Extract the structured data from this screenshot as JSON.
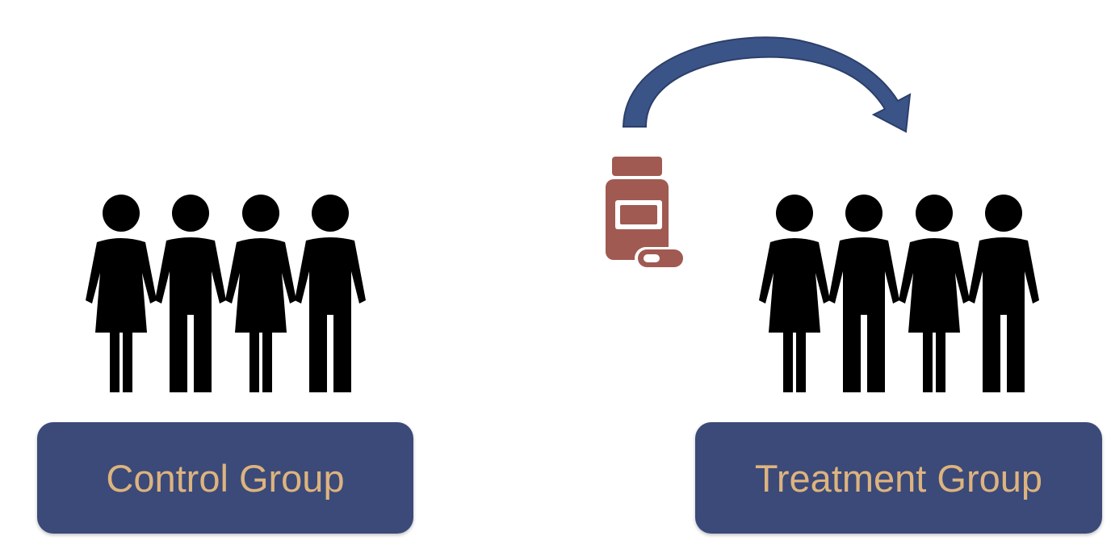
{
  "colors": {
    "box_fill": "#3b4a78",
    "label_text": "#ddb37f",
    "people": "#000000",
    "medicine": "#a05a52",
    "arrow": "#3b5487"
  },
  "groups": {
    "control": {
      "label": "Control Group",
      "people_count": 4
    },
    "treatment": {
      "label": "Treatment Group",
      "people_count": 4
    }
  },
  "icons": {
    "medicine": "medicine-bottle-icon",
    "arrow": "curved-arrow-icon",
    "people": "person-icon"
  }
}
